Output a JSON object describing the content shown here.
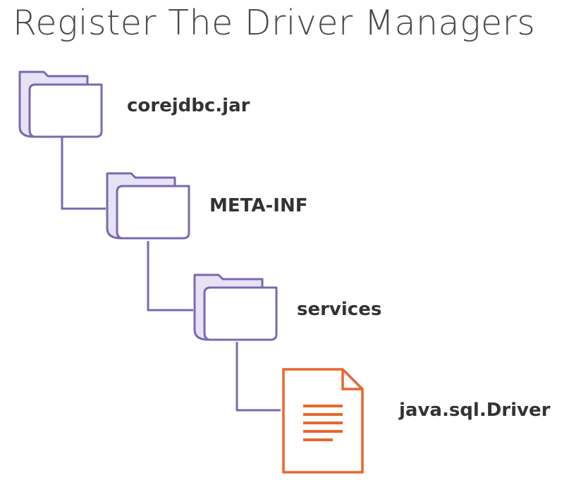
{
  "title": "Register The Driver Managers",
  "tree": {
    "nodes": [
      {
        "label": "corejdbc.jar",
        "icon": "folder-icon",
        "level": 0
      },
      {
        "label": "META-INF",
        "icon": "folder-icon",
        "level": 1
      },
      {
        "label": "services",
        "icon": "folder-icon",
        "level": 2
      },
      {
        "label": "java.sql.Driver",
        "icon": "text-file-icon",
        "level": 3
      }
    ]
  },
  "colors": {
    "folder_stroke": "#7b68b0",
    "folder_fill": "#e6e3f4",
    "file_stroke": "#e8672c",
    "connector": "#7b68b0",
    "title_text": "#4a4a4a",
    "label_text": "#333333"
  }
}
